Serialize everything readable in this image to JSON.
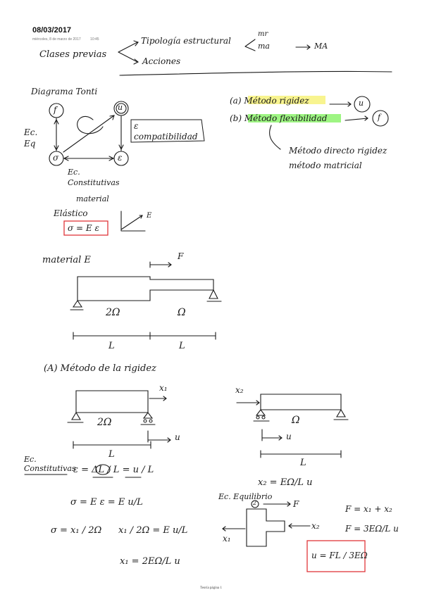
{
  "header": {
    "date": "08/03/2017",
    "meta_day": "miércoles, 8 de marzo de 2017",
    "meta_time": "10:45"
  },
  "notes": {
    "clases_previas": "Clases previas",
    "tipologia": "Tipología estructural",
    "acciones": "Acciones",
    "mr": "mr",
    "ma": "ma",
    "MA": "MA",
    "diagrama_tonti": "Diagrama Tonti",
    "node_f": "f",
    "node_u": "u",
    "node_sigma": "σ",
    "node_eps": "ε",
    "ec_eq": "Ec. Eq",
    "eps_compat": "ε compatibilidad",
    "ec_constitutivas": "Ec. Constitutivas",
    "material": "material",
    "elastico": "Elástico",
    "hooke": "σ = E ε",
    "E_slope": "E",
    "metodo_a": "(a) Método rigidez",
    "metodo_b": "(b) Método flexibilidad",
    "u_circ": "u",
    "f_circ": "f",
    "directo": "Método directo rigidez",
    "matricial": "método matricial",
    "material_E": "material E",
    "F": "F",
    "area_2": "2Ω",
    "area_1": "Ω",
    "L1": "L",
    "L2": "L",
    "metodo_rigidez": "(A) Método de la rigidez",
    "x1": "x₁",
    "x2": "x₂",
    "u_label1": "u",
    "u_label2": "u",
    "L3": "L",
    "L4": "L",
    "area_3": "2Ω",
    "area_4": "Ω",
    "ec_const2": "Ec. Constitutivas",
    "strain_eq": "ε = ΔL / L = u / L",
    "stress_eq": "σ = E ε = E u/L",
    "sigma_x1": "σ = x₁ / 2Ω",
    "x1_eq": "x₁ / 2Ω = E u/L",
    "x1_result": "x₁ = 2EΩ/L u",
    "x2_eq": "x₂ = EΩ/L u",
    "ec_equilibrio": "Ec. Equilibrio",
    "node2": "2",
    "F_label": "F",
    "x2_label": "x₂",
    "x1_label": "x₁",
    "F_sum": "F = x₁ + x₂",
    "F_result": "F = 3EΩ/L u",
    "u_result": "u = FL / 3EΩ"
  },
  "footer": {
    "page": "Teoría página 1"
  },
  "colors": {
    "highlight_yellow": "#f5f06a",
    "highlight_green": "#7df25a",
    "box_red": "#e0353a",
    "ink": "#1a1a1a"
  }
}
